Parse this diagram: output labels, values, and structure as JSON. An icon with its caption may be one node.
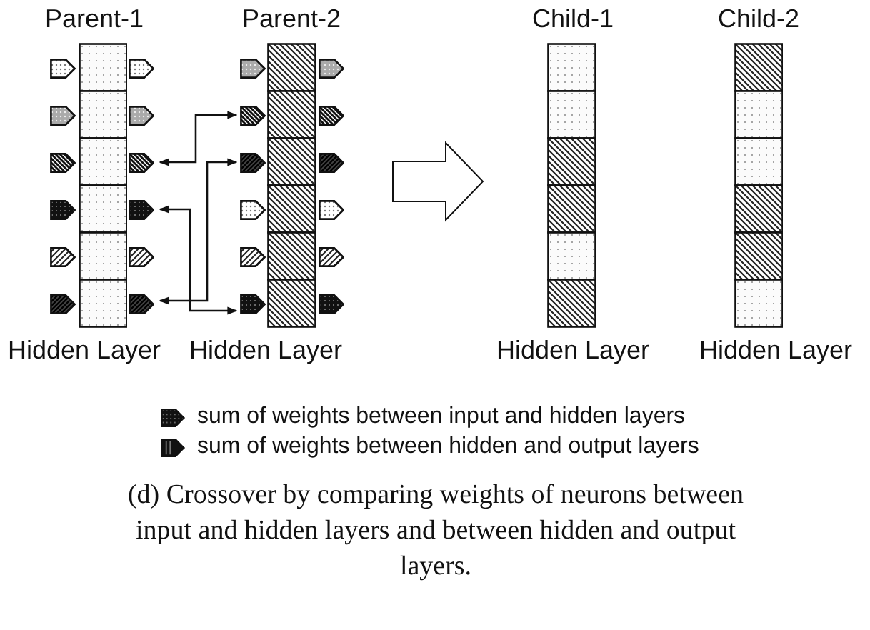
{
  "diagram": {
    "caption": "(d) Crossover by comparing weights of neurons between input and hidden layers and between hidden and output layers.",
    "nodes": [
      {
        "text": [
          "Parent-1",
          "Hidden Layer"
        ]
      },
      {
        "text": [
          "Parent-2",
          "Hidden Layer"
        ]
      },
      {
        "text": [
          "Child-1",
          "Hidden Layer"
        ]
      },
      {
        "text": [
          "Child-2",
          "Hidden Layer"
        ]
      },
      {
        "text": [],
        "shape": "box",
        "in": 0
      },
      {
        "text": [],
        "shape": "box",
        "in": 0
      },
      {
        "text": [],
        "shape": "box",
        "in": 0
      },
      {
        "text": [],
        "shape": "box",
        "in": 0
      },
      {
        "text": [],
        "shape": "box",
        "in": 0
      },
      {
        "text": [],
        "shape": "box",
        "in": 0
      },
      {
        "text": [],
        "shape": "box",
        "in": 1
      },
      {
        "text": [],
        "shape": "box",
        "in": 1
      },
      {
        "text": [],
        "shape": "box",
        "in": 1
      },
      {
        "text": [],
        "shape": "box",
        "in": 1
      },
      {
        "text": [],
        "shape": "box",
        "in": 1
      },
      {
        "text": [],
        "shape": "box",
        "in": 1
      },
      {
        "text": [],
        "shape": "box",
        "in": 2
      },
      {
        "text": [],
        "shape": "box",
        "in": 2
      },
      {
        "text": [],
        "shape": "box",
        "in": 2
      },
      {
        "text": [],
        "shape": "box",
        "in": 2
      },
      {
        "text": [],
        "shape": "box",
        "in": 2
      },
      {
        "text": [],
        "shape": "box",
        "in": 2
      },
      {
        "text": [],
        "shape": "box",
        "in": 3
      },
      {
        "text": [],
        "shape": "box",
        "in": 3
      },
      {
        "text": [],
        "shape": "box",
        "in": 3
      },
      {
        "text": [],
        "shape": "box",
        "in": 3
      },
      {
        "text": [],
        "shape": "box",
        "in": 3
      },
      {
        "text": [],
        "shape": "box",
        "in": 3
      },
      {
        "text": [],
        "shape": "arrow",
        "in": 0
      },
      {
        "text": [],
        "shape": "arrow",
        "in": 0
      },
      {
        "text": [],
        "shape": "arrow",
        "in": 0
      },
      {
        "text": [],
        "shape": "arrow",
        "in": 1
      },
      {
        "text": [],
        "shape": "arrow",
        "in": 1
      },
      {
        "text": [],
        "shape": "arrow",
        "in": 1
      }
    ],
    "edges": [
      {
        "from": 28,
        "to": 31,
        "arrow": "both"
      },
      {
        "from": 30,
        "to": 32,
        "arrow": "both"
      },
      {
        "from": 29,
        "to": 33,
        "arrow": "both"
      },
      {
        "from": 1,
        "to": 2,
        "arrow": "to",
        "style": "thick"
      }
    ],
    "legend": [
      {
        "text": "sum of weights between input and hidden layers"
      },
      {
        "text": "sum of weights between hidden and output layers"
      }
    ]
  }
}
